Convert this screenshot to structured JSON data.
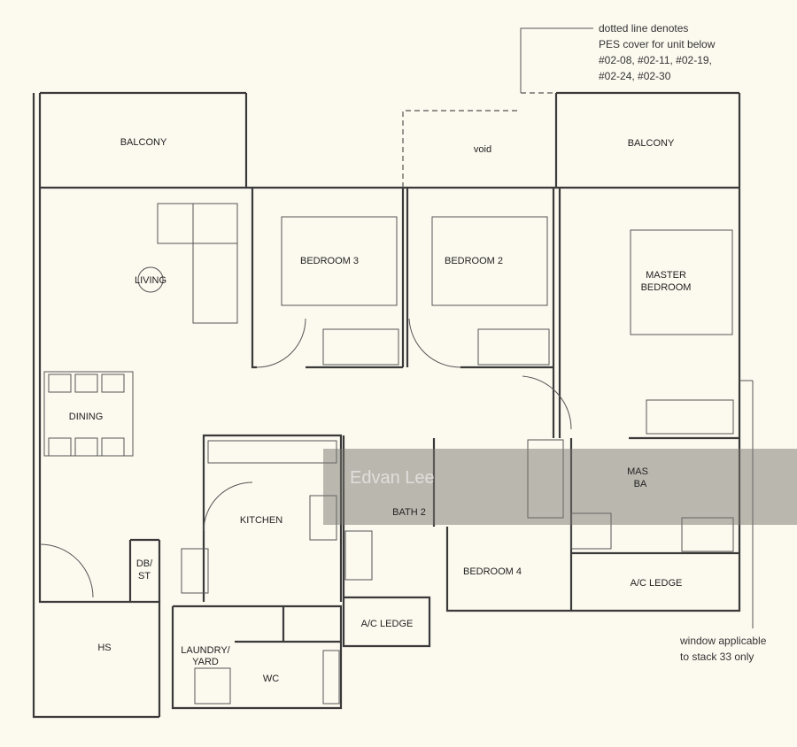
{
  "note_top": [
    "dotted line denotes",
    "PES cover for unit below",
    "#02-08, #02-11, #02-19,",
    "#02-24, #02-30"
  ],
  "note_bottom": [
    "window applicable",
    "to stack 33 only"
  ],
  "rooms": {
    "balcony_left": "BALCONY",
    "void": "void",
    "balcony_right": "BALCONY",
    "living": "LIVING",
    "bedroom3": "BEDROOM 3",
    "bedroom2": "BEDROOM 2",
    "master1": "MASTER",
    "master2": "BEDROOM",
    "dining": "DINING",
    "kitchen": "KITCHEN",
    "bath2": "BATH 2",
    "master_bath1": "MAS",
    "master_bath2": "BA",
    "db1": "DB/",
    "db2": "ST",
    "bedroom4": "BEDROOM 4",
    "ac_ledge_right": "A/C LEDGE",
    "ac_ledge_center": "A/C LEDGE",
    "hs": "HS",
    "laundry1": "LAUNDRY/",
    "laundry2": "YARD",
    "wc": "WC"
  },
  "watermark": "Edvan Lee"
}
